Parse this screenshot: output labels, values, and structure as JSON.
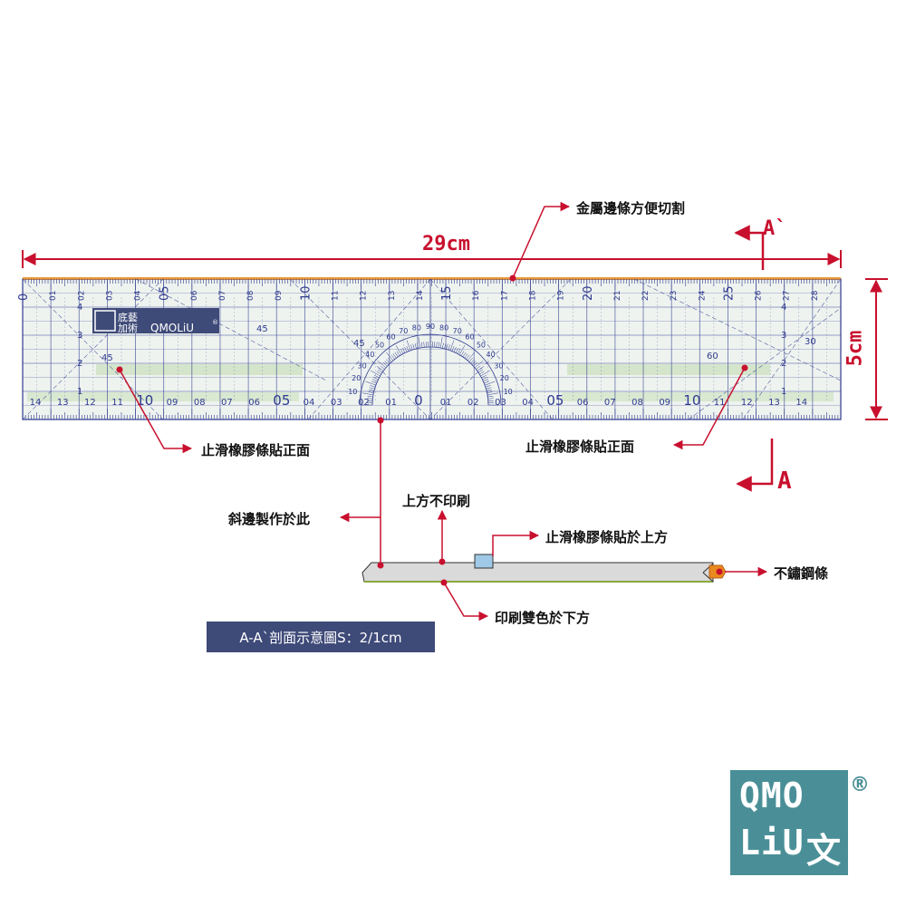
{
  "labels": {
    "metal_edge": "金屬邊條方便切割",
    "section_top": "A`",
    "section_bottom": "A",
    "length": "29cm",
    "width": "5cm",
    "strip_left": "止滑橡膠條貼正面",
    "strip_right": "止滑橡膠條貼正面",
    "bevel": "斜邊製作於此",
    "no_print": "上方不印刷",
    "strip_top": "止滑橡膠條貼於上方",
    "steel": "不鏽鋼條",
    "print": "印刷雙色於下方",
    "caption": "A-A`剖面示意圖S：2/1cm"
  },
  "ruler": {
    "brand_top": "底藝",
    "brand_bottom": "加術",
    "brand_name": "QMOLiU",
    "brand_tag": "®",
    "top_numbers": [
      "0",
      "01",
      "02",
      "03",
      "04",
      "05",
      "06",
      "07",
      "08",
      "09",
      "10",
      "11",
      "12",
      "13",
      "14",
      "15",
      "16",
      "17",
      "18",
      "19",
      "20",
      "21",
      "22",
      "23",
      "24",
      "25",
      "26",
      "27",
      "28"
    ],
    "bottom_numbers": [
      "14",
      "13",
      "12",
      "11",
      "10",
      "09",
      "08",
      "07",
      "06",
      "05",
      "04",
      "03",
      "02",
      "01",
      "0",
      "01",
      "02",
      "03",
      "04",
      "05",
      "06",
      "07",
      "08",
      "09",
      "10",
      "11",
      "12",
      "13",
      "14"
    ],
    "left_numbers": [
      "4",
      "3",
      "2",
      "1"
    ],
    "angle_marks": [
      "45",
      "45",
      "45",
      "60",
      "30"
    ],
    "protractor": [
      "10",
      "20",
      "30",
      "40",
      "50",
      "60",
      "70",
      "80",
      "90",
      "80",
      "70",
      "60",
      "50",
      "40",
      "30",
      "20",
      "10"
    ]
  },
  "logo": {
    "line1": "QMO",
    "line2": "LiU",
    "glyph": "文",
    "mark": "®"
  },
  "colors": {
    "arrow": "#c8102e",
    "grid": "#2f3a8f",
    "ruler_fill": "#eef3ef",
    "band": "#cfe2c4",
    "edge": "#e8963a",
    "caption_bg": "#3e4a78",
    "logo_bg": "#4a8f97"
  }
}
